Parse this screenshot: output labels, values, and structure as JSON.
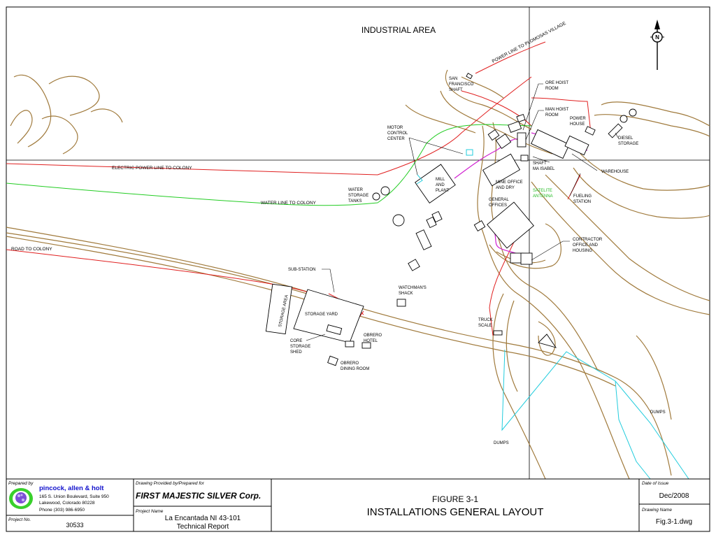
{
  "map": {
    "area_title": "INDUSTRIAL AREA",
    "north_letter": "N",
    "labels": {
      "power_line_village": "POWER LINE TO PLOMOSAS VILLAGE",
      "electric_power_line": "ELECTRIC POWER LINE TO COLONY",
      "water_line": "WATER LINE TO COLONY",
      "road": "ROAD TO COLONY",
      "san_francisco": [
        "SAN",
        "FRANCISCO",
        "SHAFT"
      ],
      "ore_hoist": [
        "ORE HOIST",
        "ROOM"
      ],
      "man_hoist": [
        "MAN HOIST",
        "ROOM"
      ],
      "power_house": [
        "POWER",
        "HOUSE"
      ],
      "diesel": [
        "DIESEL",
        "STORAGE"
      ],
      "motor_control": [
        "MOTOR",
        "CONTROL",
        "CENTER"
      ],
      "shaft": [
        "SHAFT",
        "MA ISABEL"
      ],
      "warehouse": "WAREHOUSE",
      "mill": [
        "MILL",
        "AND",
        "PLANT"
      ],
      "mine_office": [
        "MINE OFFICE",
        "AND DRY"
      ],
      "water_tanks": [
        "WATER",
        "STORAGE",
        "TANKS"
      ],
      "satellite": [
        "SATELITE",
        "ANTENNA"
      ],
      "fueling": [
        "FUELING",
        "STATION"
      ],
      "general_offices": [
        "GENERAL",
        "OFFICES"
      ],
      "contractor": [
        "CONTRACTOR",
        "OFFICE AND",
        "HOUSING"
      ],
      "sub_station": "SUB-STATION",
      "storage_area": "STORAGE AREA",
      "storage_yard": "STORAGE YARD",
      "watchman": [
        "WATCHMAN'S",
        "SHACK"
      ],
      "truck_scale": [
        "TRUCK",
        "SCALE"
      ],
      "core_storage": [
        "CORE",
        "STORAGE",
        "SHED"
      ],
      "obrero_hotel": [
        "OBRERO",
        "HOTEL"
      ],
      "obrero_dining": [
        "OBRERO",
        "DINING ROOM"
      ],
      "dumps_center": "DUMPS",
      "dumps_right": "DUMPS"
    }
  },
  "title_block": {
    "prepared_by_caption": "Prepared by",
    "company": "pincock, allen & holt",
    "address1": "165 S. Union Boulevard, Suite 950",
    "address2": "Lakewood, Colorado 80228",
    "phone": "Phone (303) 986-6950",
    "project_no_caption": "Project No.",
    "project_no": "30533",
    "provided_caption": "Drawing Provided by/Prepared for",
    "client": "FIRST MAJESTIC SILVER Corp.",
    "project_name_caption": "Project Name",
    "project_name1": "La Encantada NI 43-101",
    "project_name2": "Technical Report",
    "figure_no": "FIGURE 3-1",
    "figure_title": "INSTALLATIONS GENERAL LAYOUT",
    "date_caption": "Date of Issue",
    "date": "Dec/2008",
    "drawing_name_caption": "Drawing Name",
    "drawing_name": "Fig.3-1.dwg"
  },
  "colors": {
    "road": "#a07a3c",
    "power_line": "#e02020",
    "water_line": "#22cc22",
    "cyan_boundary": "#22ccdd",
    "magenta_line": "#d020d0",
    "company_text": "#1010cc"
  },
  "icons": {
    "north_arrow": "north-arrow-icon",
    "logo": "pah-logo-icon"
  }
}
